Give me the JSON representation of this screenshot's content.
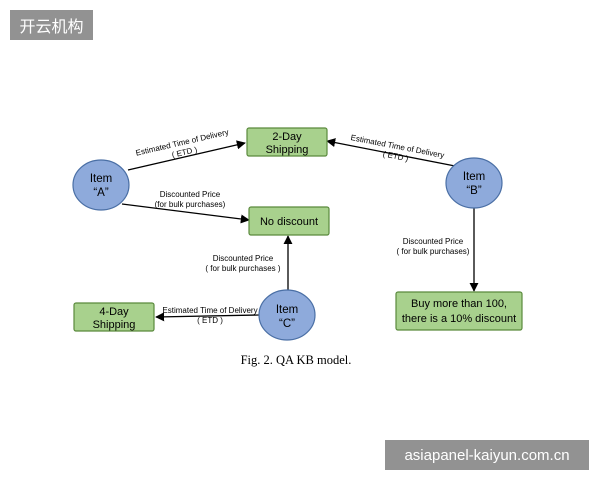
{
  "watermarks": {
    "top_left": "开云机构",
    "bottom_right": "asiapanel-kaiyun.com.cn"
  },
  "diagram": {
    "boxes": {
      "two_day": [
        "2-Day",
        "Shipping"
      ],
      "no_discount": [
        "No discount"
      ],
      "four_day": [
        "4-Day",
        "Shipping"
      ],
      "buy_more": [
        "Buy more than 100,",
        "there is a 10% discount"
      ]
    },
    "items": {
      "a": [
        "Item",
        "“A”"
      ],
      "b": [
        "Item",
        "“B”"
      ],
      "c": [
        "Item",
        "“C”"
      ]
    },
    "edge_labels": {
      "a_etd": [
        "Estimated Time of Delivery",
        "( ETD )"
      ],
      "b_etd": [
        "Estimated Time of Delivery",
        "( ETD )"
      ],
      "a_price": [
        "Discounted Price",
        "(for bulk purchases)"
      ],
      "c_price": [
        "Discounted Price",
        "( for bulk purchases )"
      ],
      "c_etd": [
        "Estimated Time of Delivery",
        "( ETD )"
      ],
      "b_price": [
        "Discounted Price",
        "( for bulk purchases)"
      ]
    },
    "caption": "Fig. 2.  QA KB model."
  }
}
